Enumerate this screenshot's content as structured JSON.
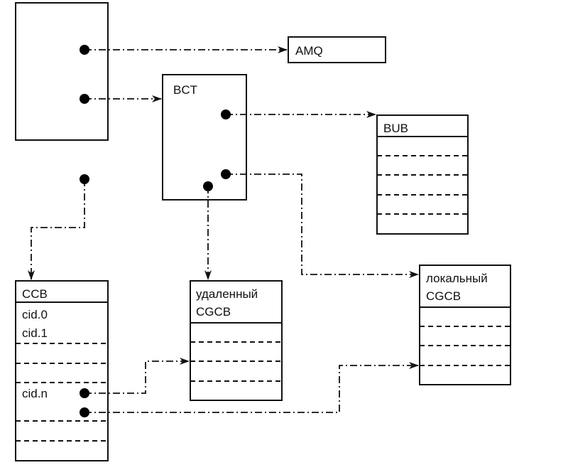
{
  "diagram": {
    "amq": {
      "label": "AMQ"
    },
    "bct": {
      "label": "BCT"
    },
    "bub": {
      "label": "BUB"
    },
    "ccb": {
      "label": "CCB",
      "entries": [
        "cid.0",
        "cid.1",
        "cid.n"
      ]
    },
    "remote_cgcb": {
      "label_line1": "удаленный",
      "label_line2": "CGCB"
    },
    "local_cgcb": {
      "label_line1": "локальный",
      "label_line2": "CGCB"
    },
    "links": [
      {
        "from": "root-box",
        "to": "AMQ"
      },
      {
        "from": "root-box",
        "to": "BCT"
      },
      {
        "from": "root-pointer",
        "to": "CCB"
      },
      {
        "from": "BCT",
        "to": "BUB"
      },
      {
        "from": "BCT",
        "to": "удаленный CGCB"
      },
      {
        "from": "BCT",
        "to": "локальный CGCB"
      },
      {
        "from": "CCB cid.n",
        "to": "удаленный CGCB"
      },
      {
        "from": "CCB",
        "to": "локальный CGCB"
      }
    ]
  }
}
